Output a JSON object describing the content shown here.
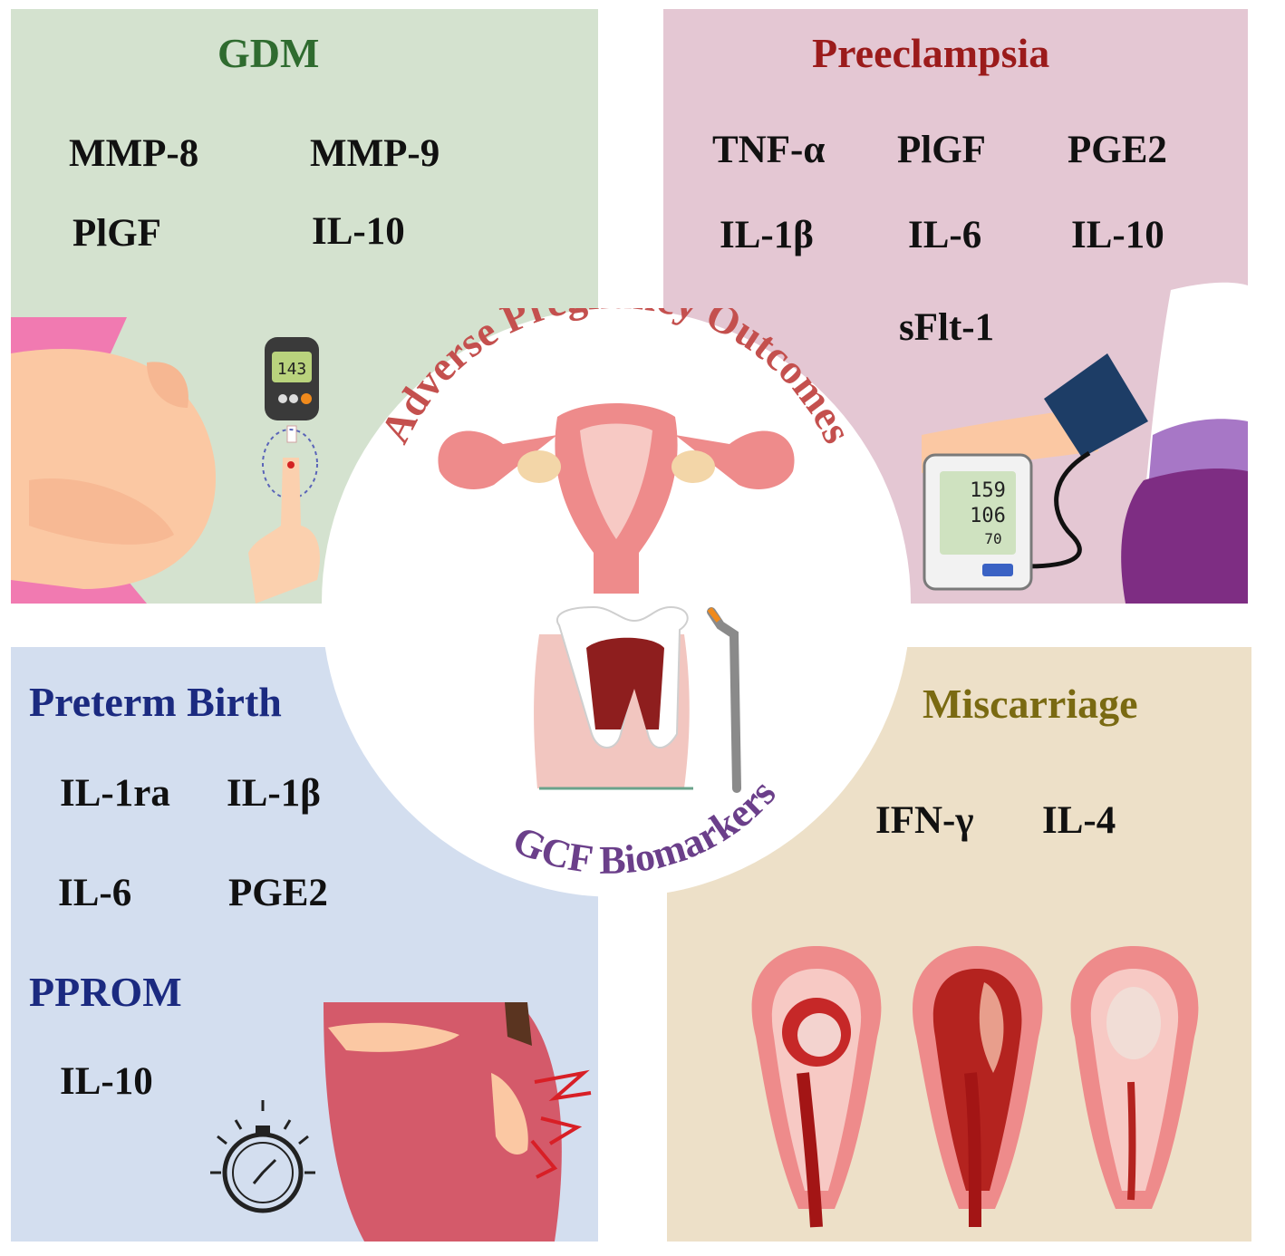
{
  "center": {
    "arc_title": "Adverse Pregnancy Outcomes",
    "arc_subtitle": "GCF Biomarkers"
  },
  "panels": {
    "gdm": {
      "title": "GDM",
      "biomarkers": [
        "MMP-8",
        "MMP-9",
        "PlGF",
        "IL-10"
      ],
      "meter_reading": "143"
    },
    "preeclampsia": {
      "title": "Preeclampsia",
      "biomarkers": [
        "TNF-α",
        "PlGF",
        "PGE2",
        "IL-1β",
        "IL-6",
        "IL-10",
        "sFlt-1"
      ],
      "bp_readings": [
        "159",
        "106",
        "70"
      ]
    },
    "preterm_birth": {
      "title": "Preterm Birth",
      "biomarkers": [
        "IL-1ra",
        "IL-1β",
        "IL-6",
        "PGE2"
      ],
      "subtitle": "PPROM",
      "sub_biomarkers": [
        "IL-10"
      ]
    },
    "miscarriage": {
      "title": "Miscarriage",
      "biomarkers": [
        "IFN-γ",
        "IL-4"
      ]
    }
  },
  "colors": {
    "gdm_bg": "#d4e2cf",
    "gdm_title": "#2f6b2f",
    "pre_bg": "#e4c7d3",
    "pre_title": "#9b1b1b",
    "pb_bg": "#d3deef",
    "pb_title": "#1b2a80",
    "mis_bg": "#ede0c8",
    "mis_title": "#7a6a12",
    "arc_title": "#c4504e",
    "arc_subtitle": "#6b3f8a"
  }
}
